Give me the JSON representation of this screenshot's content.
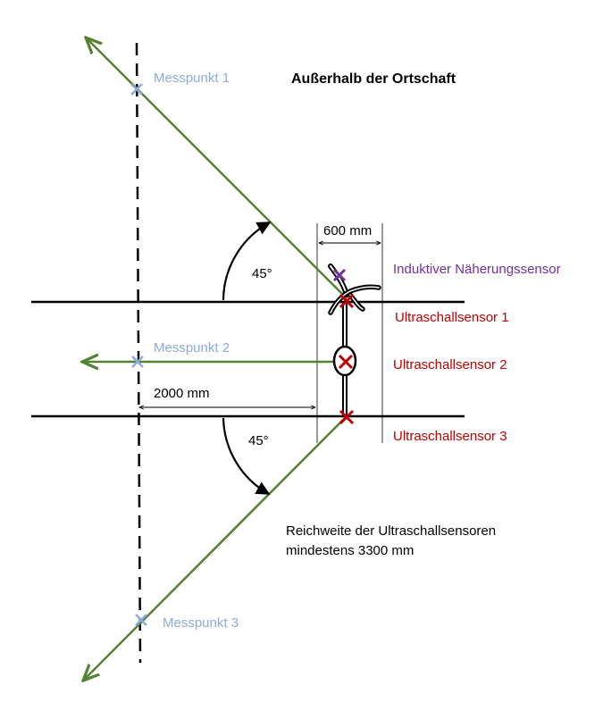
{
  "title": "Außerhalb der Ortschaft",
  "measurement_points": {
    "p1": "Messpunkt 1",
    "p2": "Messpunkt 2",
    "p3": "Messpunkt 3"
  },
  "sensors": {
    "inductive": "Induktiver Näherungssensor",
    "us1": "Ultraschallsensor 1",
    "us2": "Ultraschallsensor 2",
    "us3": "Ultraschallsensor 3"
  },
  "dimensions": {
    "width": "600 mm",
    "distance": "2000 mm"
  },
  "angles": {
    "upper": "45°",
    "lower": "45°"
  },
  "range_note": {
    "line1": "Reichweite der Ultraschallsensoren",
    "line2": "mindestens 3300 mm"
  },
  "colors": {
    "beam": "#548235",
    "measurement_marker": "#8eaadb",
    "ultrasonic": "#c00000",
    "inductive": "#7030a0"
  }
}
